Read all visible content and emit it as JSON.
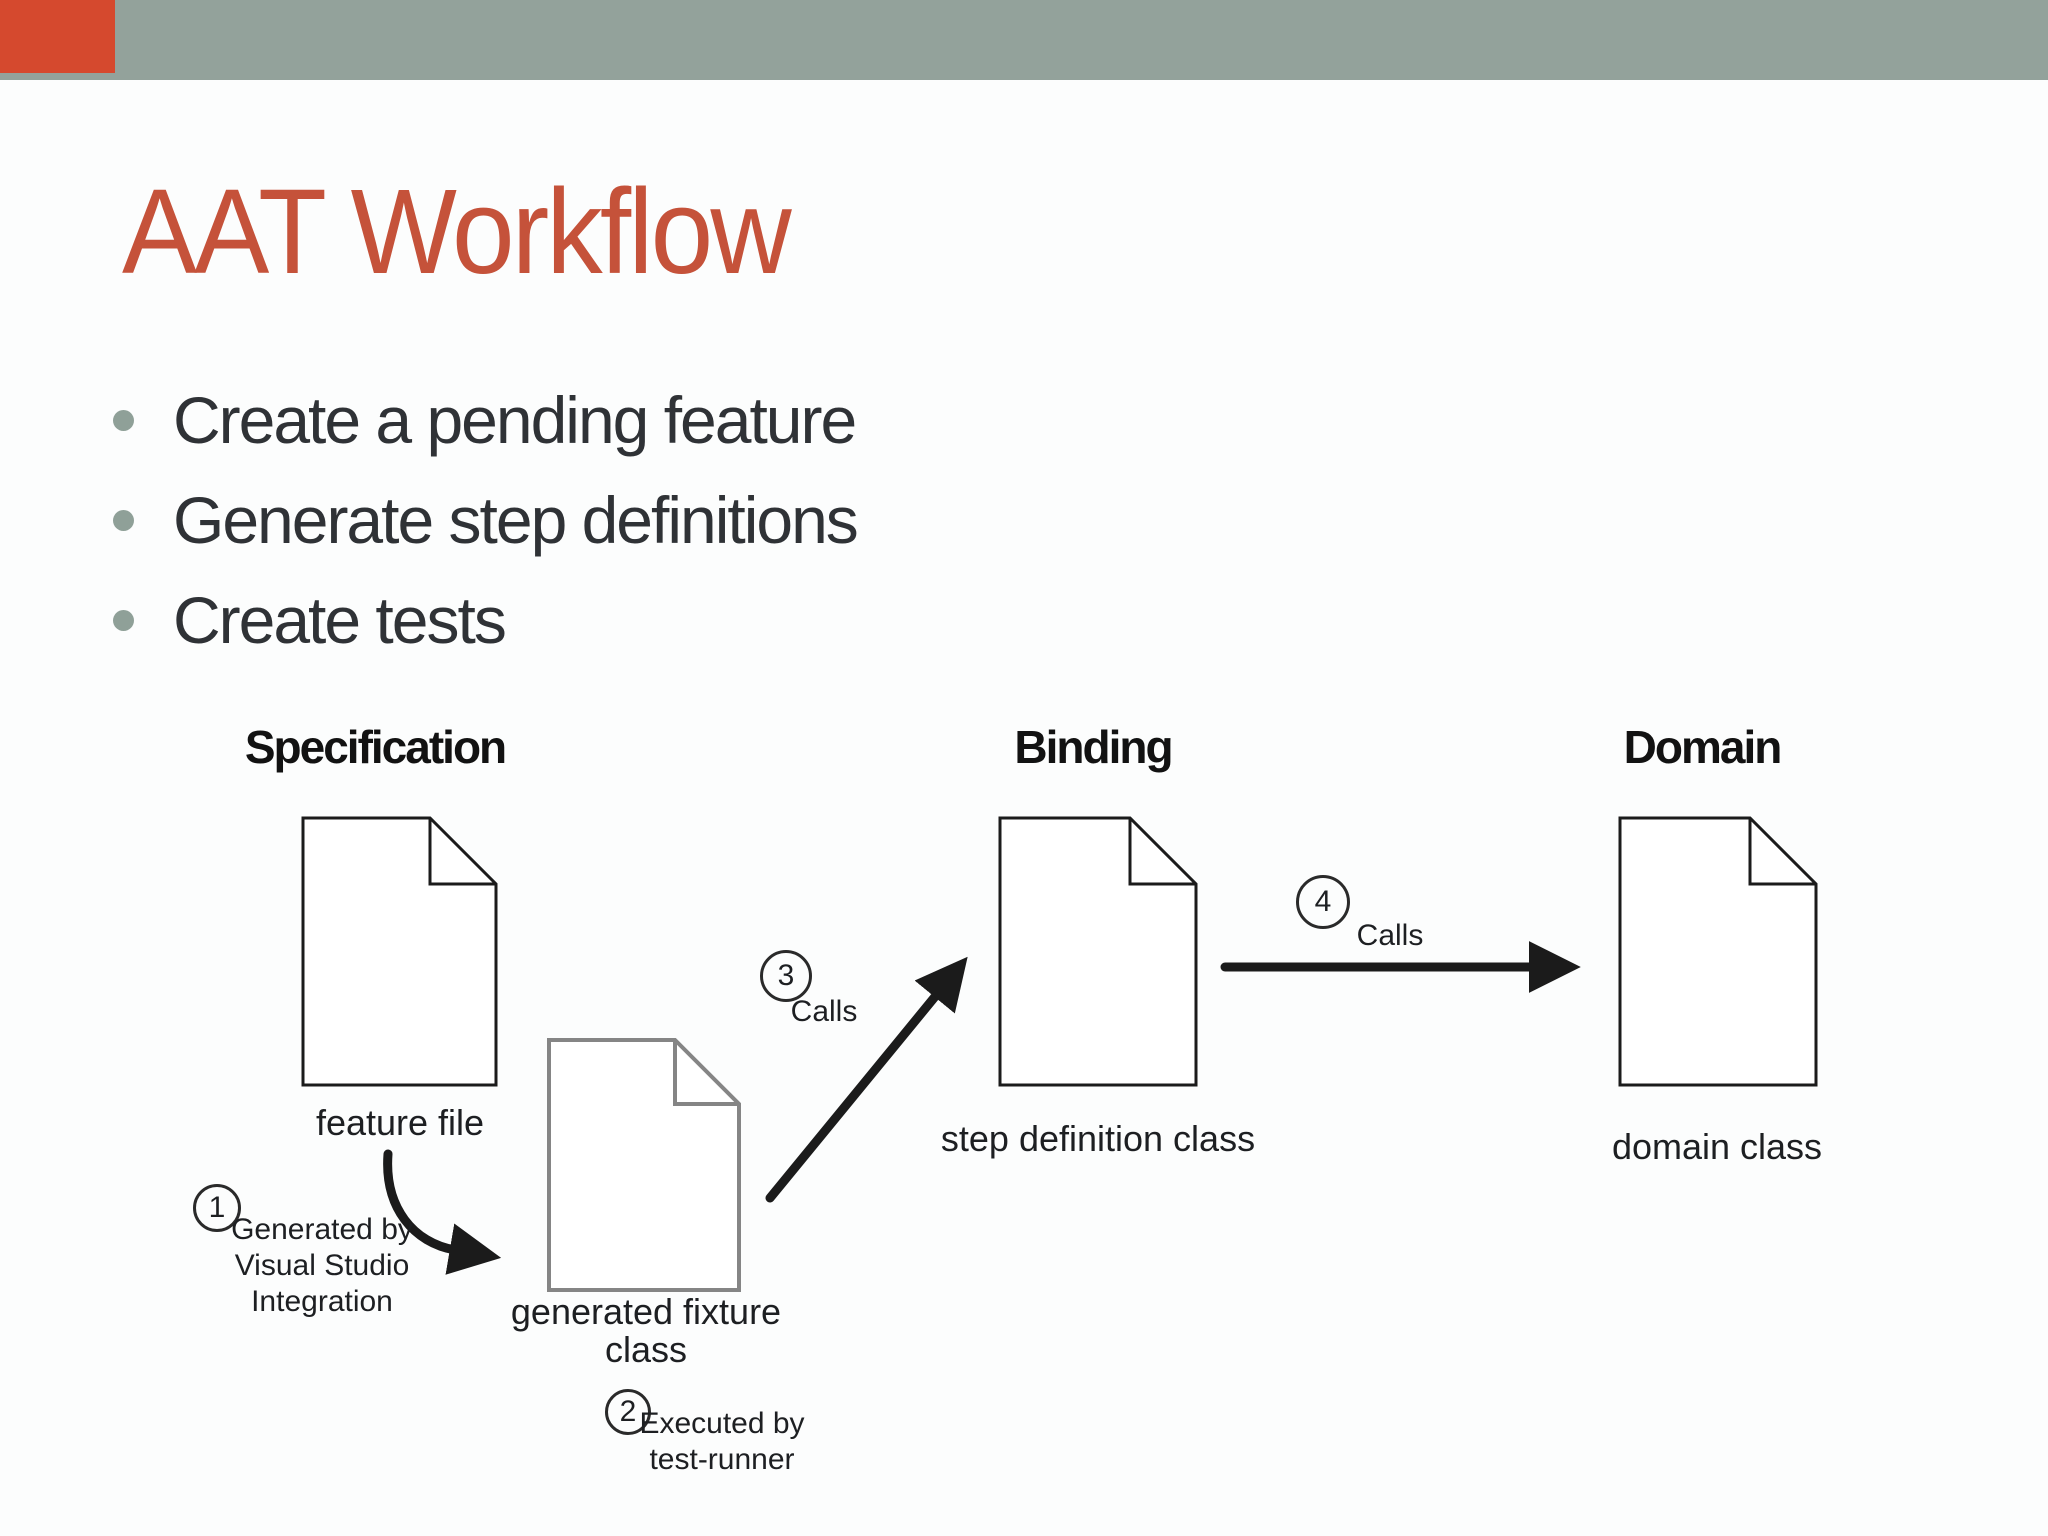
{
  "slide": {
    "title": "AAT Workflow",
    "bullets": [
      "Create a pending feature",
      "Generate step definitions",
      "Create tests"
    ],
    "colors": {
      "band": "#93a29b",
      "accent": "#d5492e",
      "title": "#c5523a",
      "dot": "#8fa098",
      "text": "#2f3236",
      "ink": "#1b1b1b",
      "fixture_border": "#858585"
    }
  },
  "diagram": {
    "columns": [
      {
        "label": "Specification"
      },
      {
        "label": "Binding"
      },
      {
        "label": "Domain"
      }
    ],
    "nodes": [
      {
        "id": "feature-file",
        "label_lines": [
          "feature file"
        ]
      },
      {
        "id": "generated-fixture-class",
        "label_lines": [
          "generated fixture",
          "class"
        ]
      },
      {
        "id": "step-definition-class",
        "label_lines": [
          "step definition class"
        ]
      },
      {
        "id": "domain-class",
        "label_lines": [
          "domain class"
        ]
      }
    ],
    "steps": [
      {
        "number": "1",
        "lines": [
          "Generated by",
          "Visual Studio",
          "Integration"
        ]
      },
      {
        "number": "2",
        "lines": [
          "Executed by",
          "test-runner"
        ]
      },
      {
        "number": "3",
        "lines": [
          "Calls"
        ]
      },
      {
        "number": "4",
        "lines": [
          "Calls"
        ]
      }
    ]
  }
}
